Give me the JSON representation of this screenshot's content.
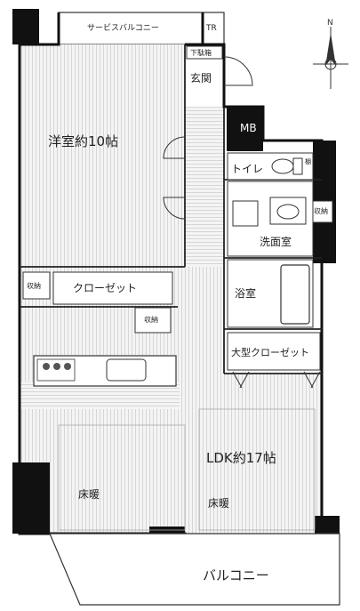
{
  "compass": {
    "north": "N"
  },
  "rooms": {
    "service_balcony": "サービスバルコニー",
    "tr": "TR",
    "shoe_box": "下駄箱",
    "entrance": "玄関",
    "western_room": "洋室約10帖",
    "mb": "MB",
    "toilet": "トイレ",
    "toilet_storage": "棚",
    "storage_vanity": "収納",
    "washroom": "洗面室",
    "storage_left": "収納",
    "closet": "クローゼット",
    "storage_mid": "収納",
    "bathroom": "浴室",
    "large_closet": "大型クローゼット",
    "ldk": "LDK約17帖",
    "floor_heating_1": "床暖",
    "floor_heating_2": "床暖",
    "balcony": "バルコニー"
  }
}
